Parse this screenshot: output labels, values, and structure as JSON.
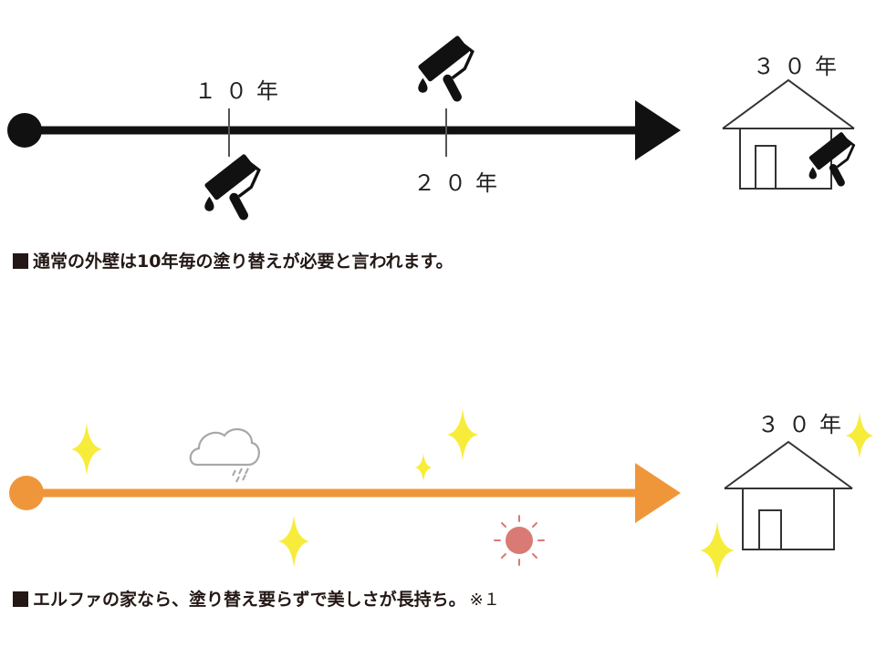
{
  "timeline1": {
    "tick_10": "１０年",
    "tick_20": "２０年",
    "end_label": "３０年",
    "caption": "通常の外壁は10年毎の塗り替えが必要と言われます。",
    "line_color": "#111111"
  },
  "timeline2": {
    "end_label": "３０年",
    "caption": "エルファの家なら、塗り替え要らずで美しさが長持ち。",
    "note": "※１",
    "line_color": "#f0963a",
    "sparkle_color": "#f7ec3a",
    "sun_color": "#d97b74",
    "cloud_color": "#a8a8a8"
  },
  "icons": [
    "paint-roller-icon",
    "house-icon",
    "sparkle-icon",
    "cloud-rain-icon",
    "sun-icon"
  ]
}
